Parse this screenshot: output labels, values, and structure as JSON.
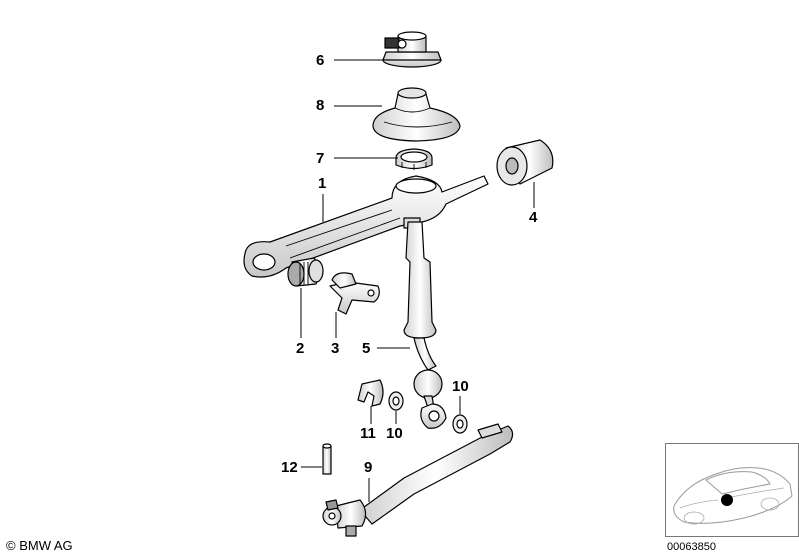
{
  "callouts": [
    {
      "id": "6",
      "label": "6"
    },
    {
      "id": "8",
      "label": "8"
    },
    {
      "id": "7",
      "label": "7"
    },
    {
      "id": "1",
      "label": "1"
    },
    {
      "id": "4",
      "label": "4"
    },
    {
      "id": "2",
      "label": "2"
    },
    {
      "id": "3",
      "label": "3"
    },
    {
      "id": "5",
      "label": "5"
    },
    {
      "id": "10a",
      "label": "10"
    },
    {
      "id": "11",
      "label": "11"
    },
    {
      "id": "10b",
      "label": "10"
    },
    {
      "id": "12",
      "label": "12"
    },
    {
      "id": "9",
      "label": "9"
    }
  ],
  "footer": {
    "copyright": "© BMW AG",
    "reference": "00063850"
  },
  "colors": {
    "part_fill": "#ffffff",
    "part_shade": "#d9d9d9",
    "ink": "#000000",
    "marker": "#000000"
  }
}
